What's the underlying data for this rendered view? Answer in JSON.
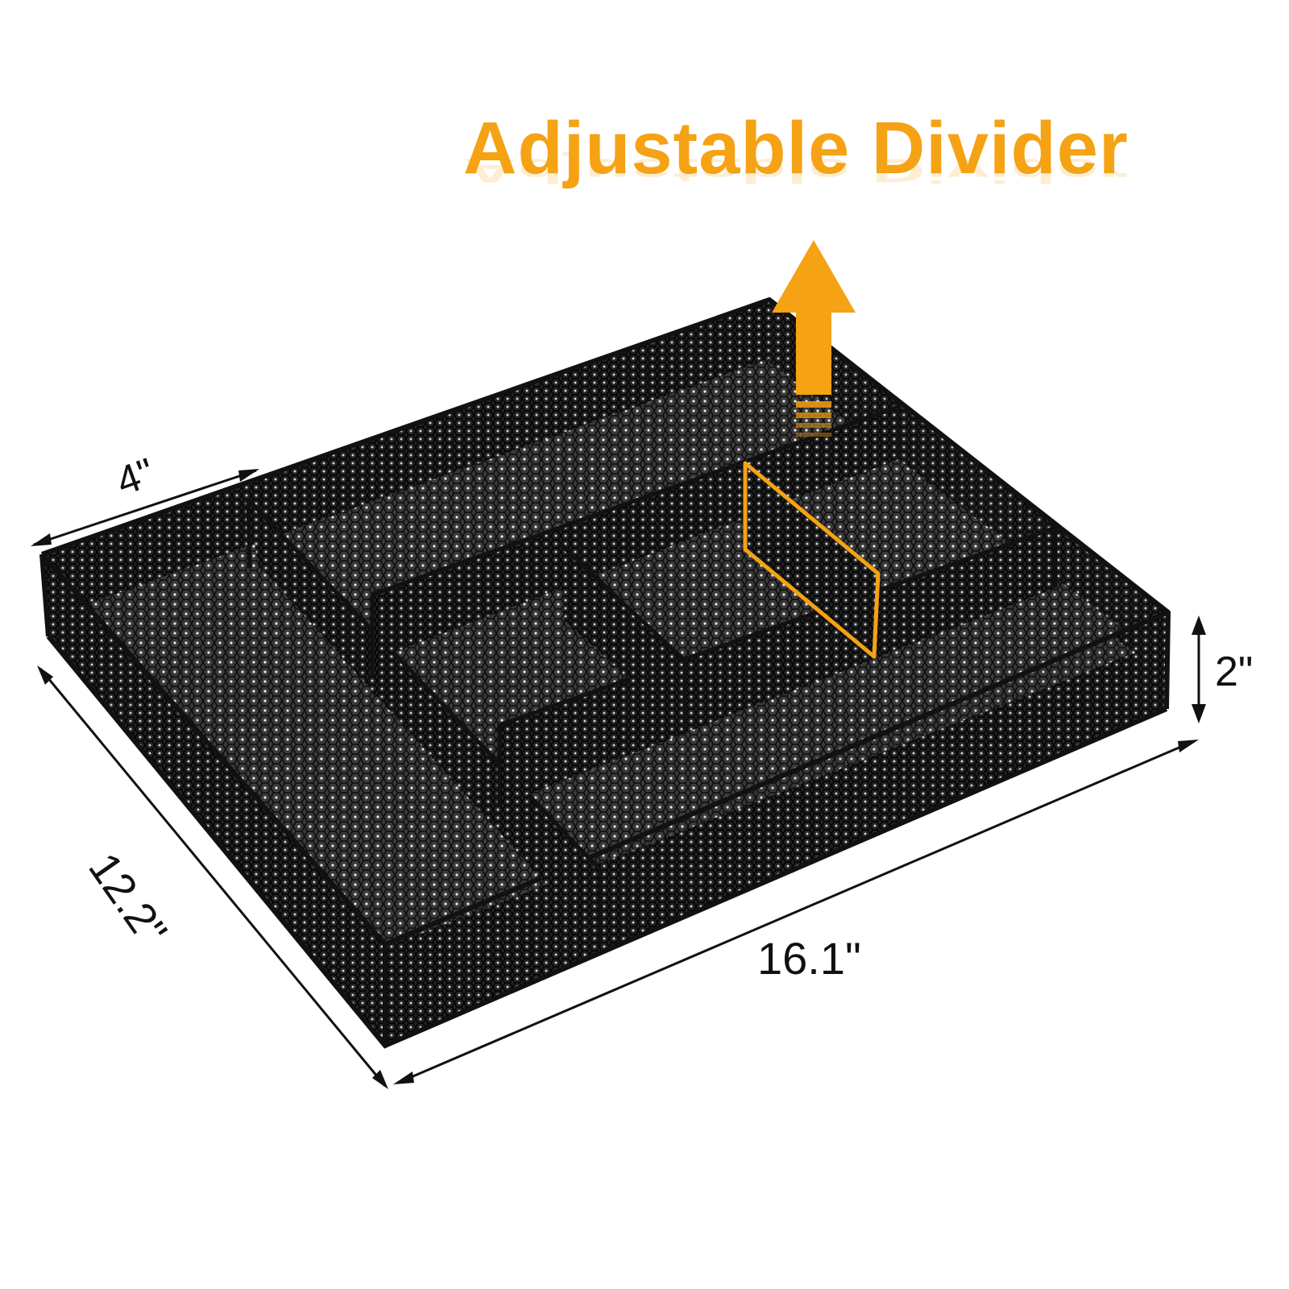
{
  "headline": {
    "text": "Adjustable Divider",
    "color": "#f5a214"
  },
  "dimensions": {
    "depth": "4\"",
    "height": "2\"",
    "width": "16.1\"",
    "length": "12.2\""
  },
  "colors": {
    "accent": "#f5a214",
    "tray": "#1a1a1a",
    "mesh": "#2b2b2b",
    "line": "#111111"
  },
  "icons": {
    "arrow": "up-arrow-icon"
  }
}
